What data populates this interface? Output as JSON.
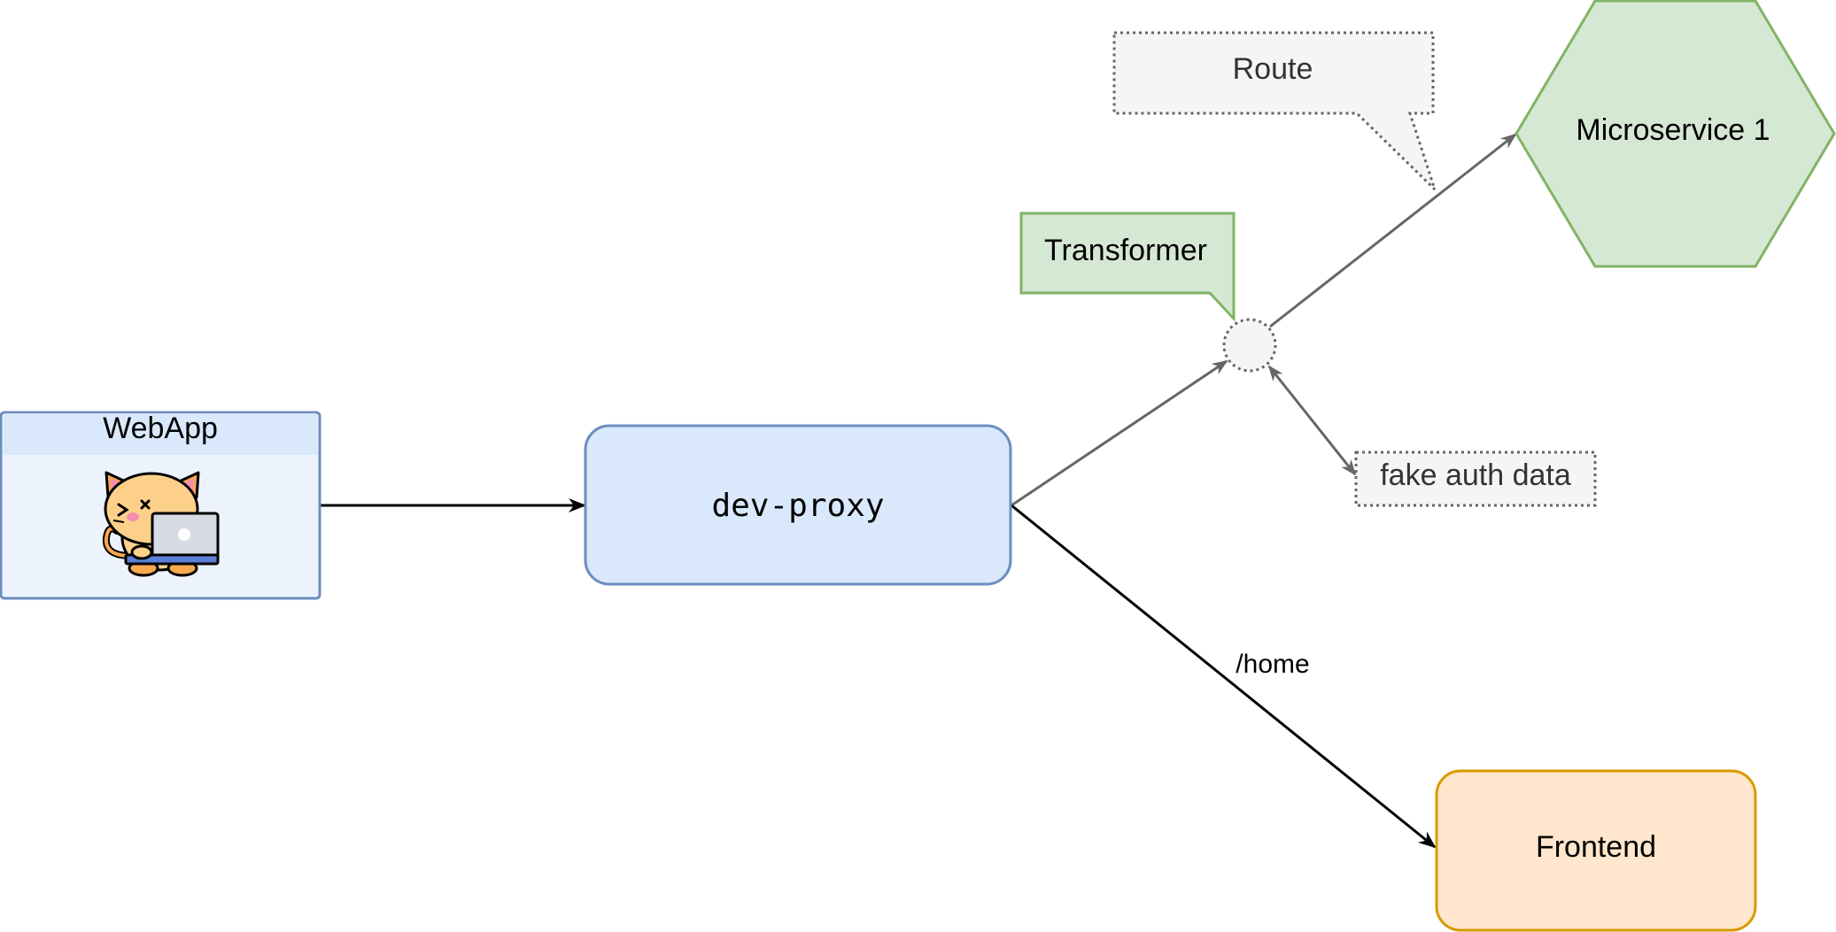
{
  "nodes": {
    "webapp": {
      "title": "WebApp",
      "icon": "cat-with-laptop-icon"
    },
    "proxy": {
      "label": "dev-proxy"
    },
    "microservice": {
      "label": "Microservice 1"
    },
    "frontend": {
      "label": "Frontend"
    },
    "fake_auth": {
      "label": "fake auth data"
    },
    "junction": {
      "icon": "junction-circle"
    }
  },
  "callouts": {
    "route": {
      "label": "Route"
    },
    "transformer": {
      "label": "Transformer"
    }
  },
  "edges": {
    "home_label": "/home"
  },
  "colors": {
    "blue_fill": "#dae8fc",
    "blue_stroke": "#6c8ebf",
    "green_fill": "#d5e8d4",
    "green_stroke": "#82b366",
    "orange_fill": "#ffe6cc",
    "orange_stroke": "#d79b00",
    "gray_fill": "#f5f5f5",
    "gray_stroke": "#666666"
  }
}
